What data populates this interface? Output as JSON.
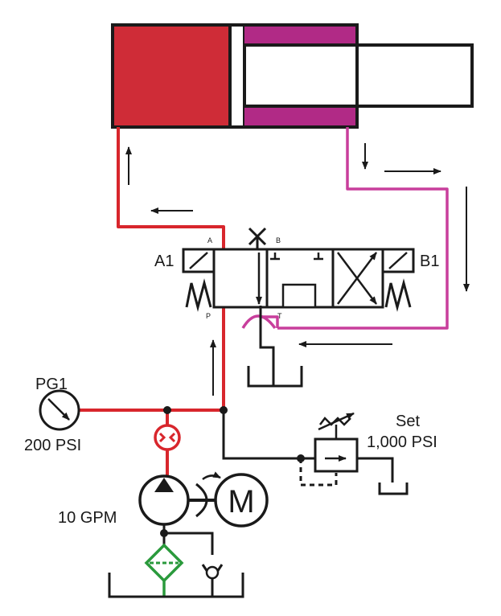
{
  "valve": {
    "solenoid_a_label": "A1",
    "solenoid_b_label": "B1",
    "port_a": "A",
    "port_b": "B",
    "port_p": "P",
    "port_t": "T"
  },
  "gauge": {
    "name": "PG1",
    "reading": "200 PSI"
  },
  "pump": {
    "flow": "10 GPM",
    "motor_letter": "M"
  },
  "relief_valve": {
    "label_line1": "Set",
    "label_line2": "1,000 PSI"
  },
  "colors": {
    "pressure_line": "#d8262c",
    "return_line": "#c83e9c",
    "cap_end": "#cf2c37",
    "rod_end": "#b12a86",
    "filter": "#2a9a3c",
    "outline": "#1a1a1a"
  },
  "icons": [
    "cylinder",
    "directional-valve",
    "solenoid",
    "spring",
    "tank",
    "pressure-gauge",
    "flow-meter",
    "pump",
    "electric-motor",
    "relief-valve",
    "filter",
    "check-valve",
    "flow-arrow"
  ]
}
